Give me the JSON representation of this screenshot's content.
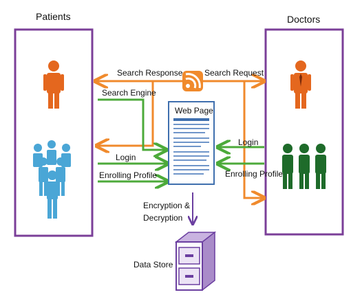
{
  "panels": {
    "patients": {
      "title": "Patients"
    },
    "doctors": {
      "title": "Doctors"
    }
  },
  "center": {
    "web_page": "Web Page"
  },
  "arrows": {
    "search_response": "Search Response",
    "search_request": "Search Request",
    "search_engine": "Search Engine",
    "login_patient": "Login",
    "enrolling_patient": "Enrolling Profile",
    "login_doctor": "Login",
    "enrolling_doctor": "Enrolling Profile"
  },
  "storage": {
    "encryption": "Encryption &",
    "decryption": "Decryption",
    "data_store": "Data Store"
  },
  "colors": {
    "panel_border": "#7b3f98",
    "orange": "#f08a2c",
    "green": "#4caa3a",
    "blue_person": "#4aa6d6",
    "orange_person": "#e4671e",
    "green_person": "#1e6b2a",
    "doc_border": "#3f6fae",
    "doc_lines": "#3f6fae",
    "rss": "#f08a2c",
    "purple_arrow": "#6b3fa0",
    "cabinet": "#8a6bb0"
  },
  "icons": [
    "patient-person-icon",
    "patients-group-icon",
    "doctor-person-icon",
    "doctors-group-icon",
    "rss-icon",
    "web-page-doc-icon",
    "data-store-cabinet-icon"
  ]
}
